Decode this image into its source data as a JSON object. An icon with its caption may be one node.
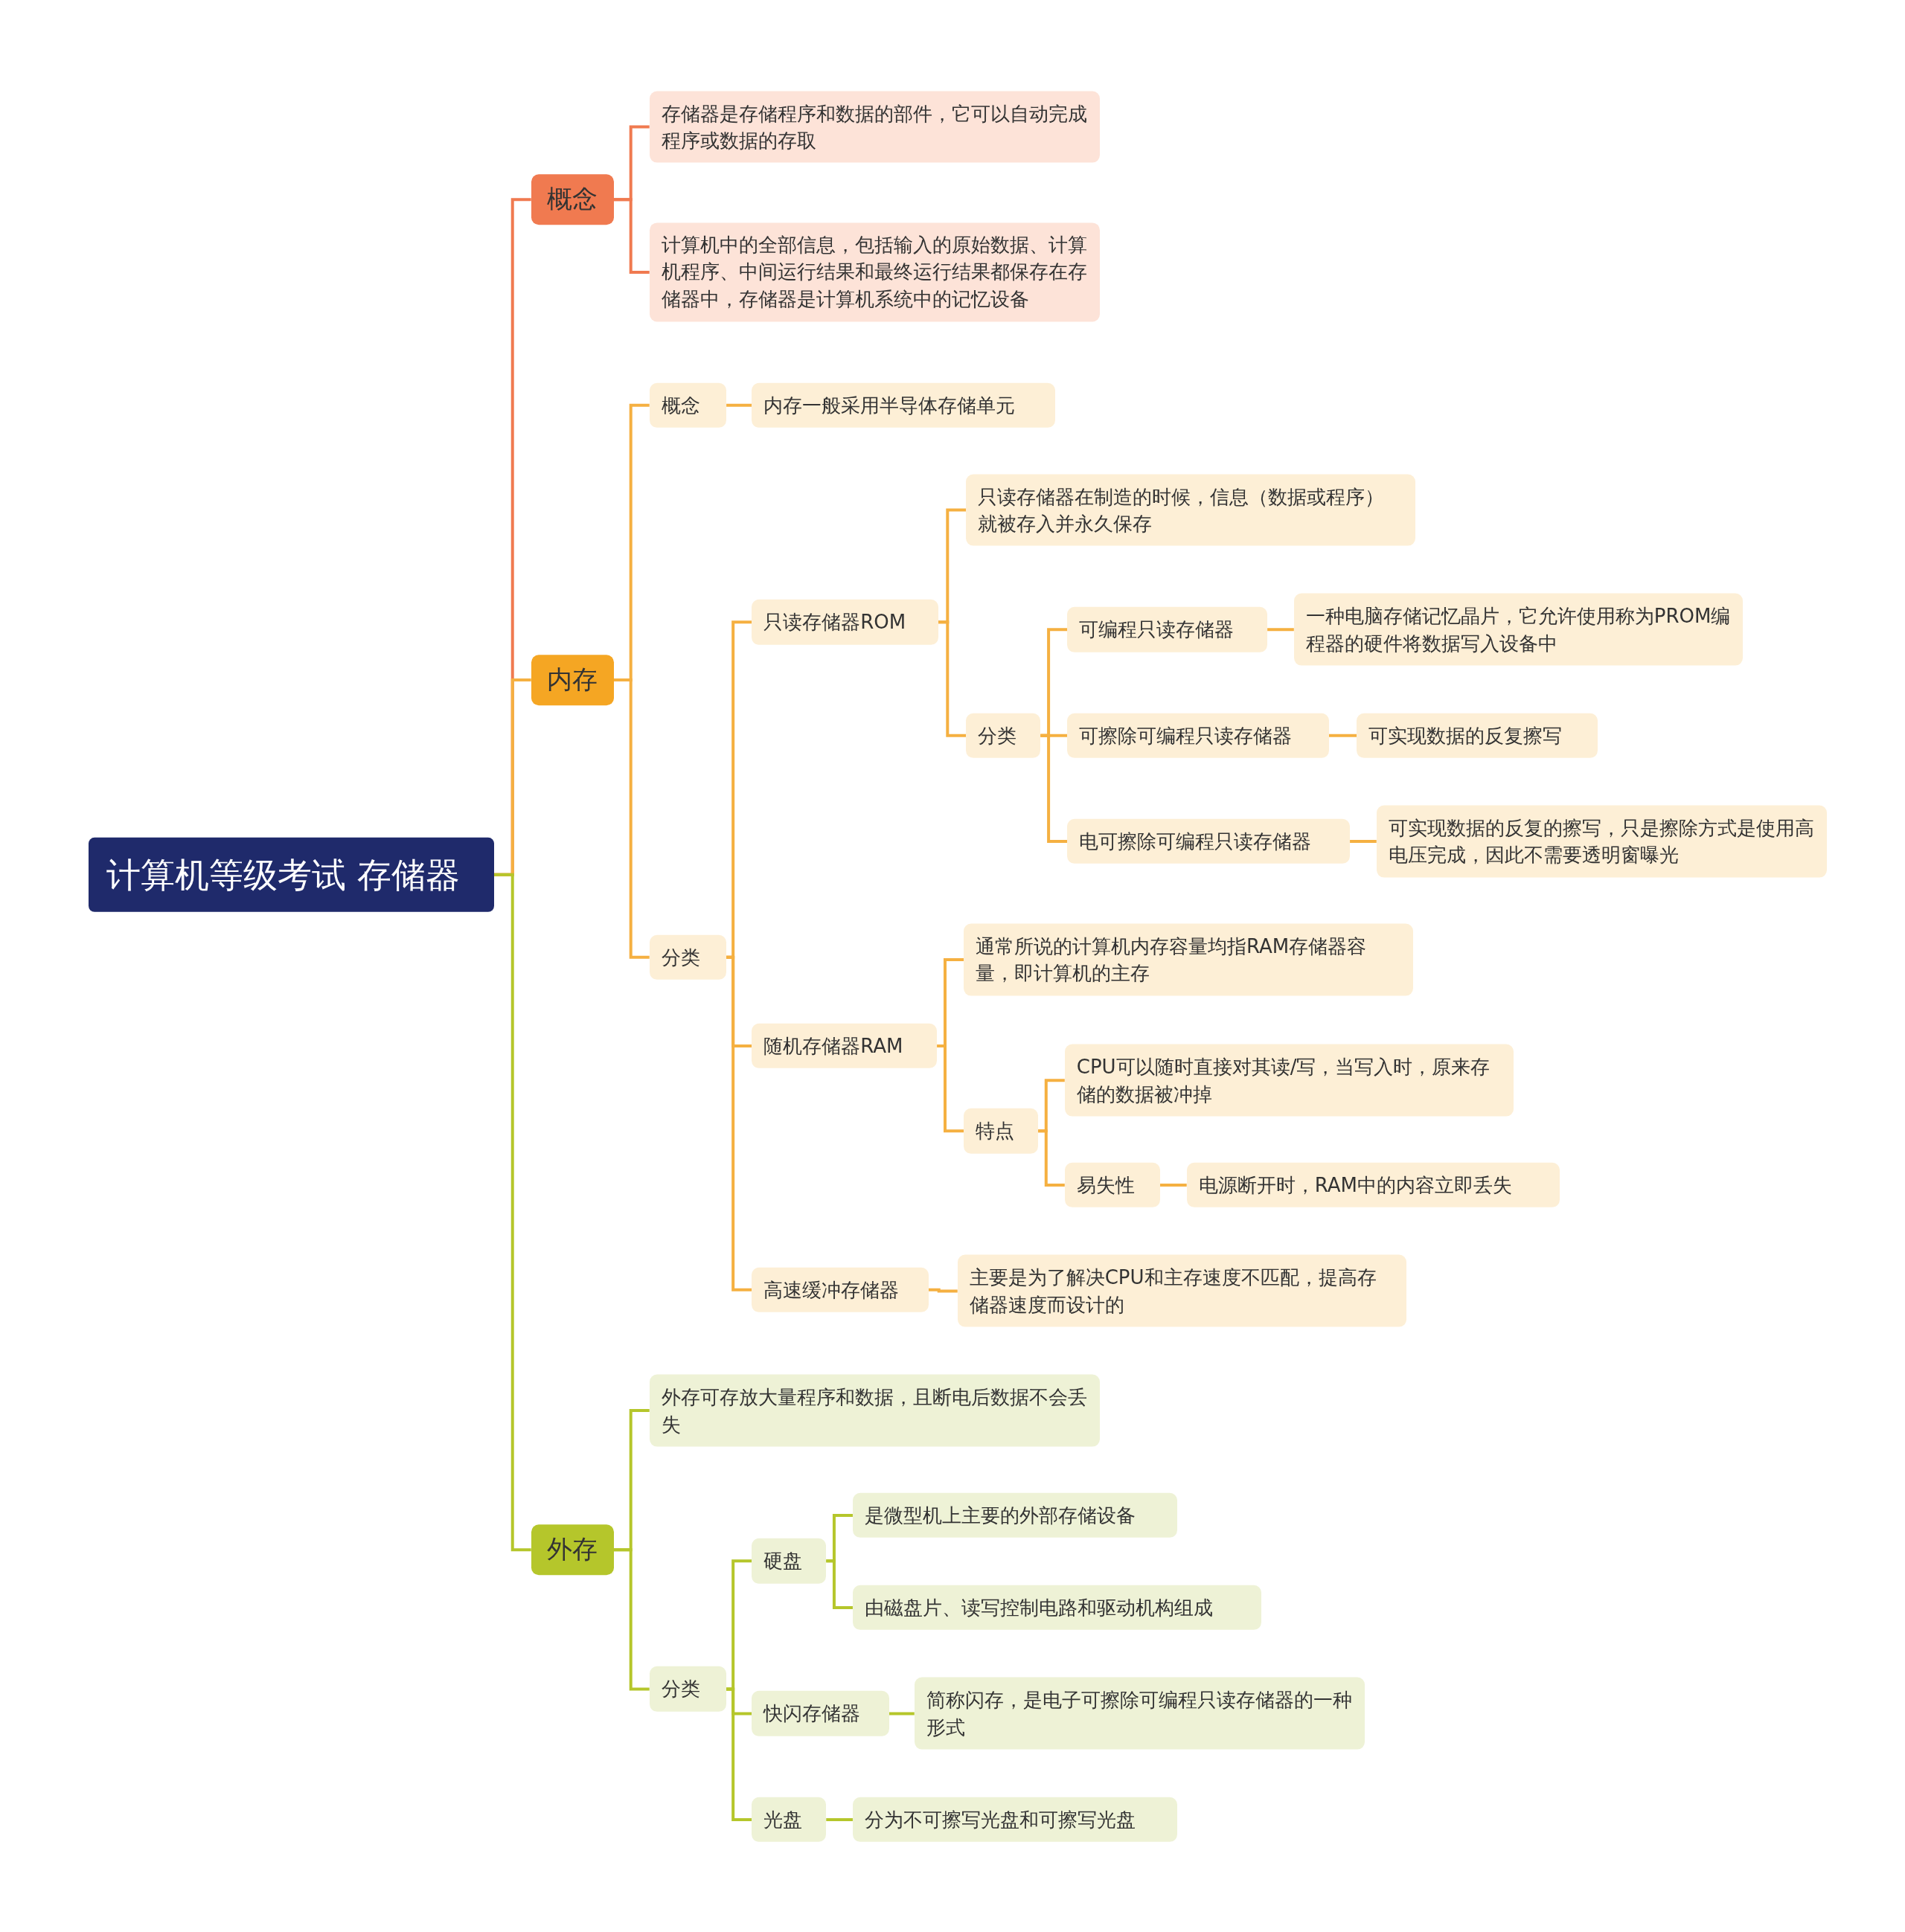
{
  "diagram": {
    "nodes": [
      {
        "text": [
          "计算机等级考试 存储器"
        ]
      },
      {
        "text": [
          "概念"
        ]
      },
      {
        "text": [
          "存储器是存储程序和数据的部件，它可以自动完成程序或数据的存取"
        ]
      },
      {
        "text": [
          "计算机中的全部信息，包括输入的原始数据、计算机程序、中间运行结果和最终运行结果都保存在存储器中，存储器是计算机系统中的记忆设备"
        ]
      },
      {
        "text": [
          "内存"
        ]
      },
      {
        "text": [
          "概念"
        ]
      },
      {
        "text": [
          "内存一般采用半导体存储单元"
        ]
      },
      {
        "text": [
          "分类"
        ]
      },
      {
        "text": [
          "只读存储器ROM"
        ]
      },
      {
        "text": [
          "只读存储器在制造的时候，信息（数据或程序）就被存入并永久保存"
        ]
      },
      {
        "text": [
          "分类"
        ]
      },
      {
        "text": [
          "可编程只读存储器"
        ]
      },
      {
        "text": [
          "一种电脑存储记忆晶片，它允许使用称为PROM编程器的硬件将数据写入设备中"
        ]
      },
      {
        "text": [
          "可擦除可编程只读存储器"
        ]
      },
      {
        "text": [
          "可实现数据的反复擦写"
        ]
      },
      {
        "text": [
          "电可擦除可编程只读存储器"
        ]
      },
      {
        "text": [
          "可实现数据的反复的擦写，只是擦除方式是使用高电压完成，因此不需要透明窗曝光"
        ]
      },
      {
        "text": [
          "随机存储器RAM"
        ]
      },
      {
        "text": [
          "通常所说的计算机内存容量均指RAM存储器容量，即计算机的主存"
        ]
      },
      {
        "text": [
          "特点"
        ]
      },
      {
        "text": [
          "CPU可以随时直接对其读/写，当写入时，原来存储的数据被冲掉"
        ]
      },
      {
        "text": [
          "易失性"
        ]
      },
      {
        "text": [
          "电源断开时，RAM中的内容立即丢失"
        ]
      },
      {
        "text": [
          "高速缓冲存储器"
        ]
      },
      {
        "text": [
          "主要是为了解决CPU和主存速度不匹配，提高存储器速度而设计的"
        ]
      },
      {
        "text": [
          "外存"
        ]
      },
      {
        "text": [
          "外存可存放大量程序和数据，且断电后数据不会丢失"
        ]
      },
      {
        "text": [
          "分类"
        ]
      },
      {
        "text": [
          "硬盘"
        ]
      },
      {
        "text": [
          "是微型机上主要的外部存储设备"
        ]
      },
      {
        "text": [
          "由磁盘片、读写控制电路和驱动机构组成"
        ]
      },
      {
        "text": [
          "快闪存储器"
        ]
      },
      {
        "text": [
          "简称闪存，是电子可擦除可编程只读存储器的一种形式"
        ]
      },
      {
        "text": [
          "光盘"
        ]
      },
      {
        "text": [
          "分为不可擦写光盘和可擦写光盘"
        ]
      }
    ],
    "edges": [
      {
        "from": 0,
        "to": 1,
        "arrow": "none",
        "color": "#f07a50"
      },
      {
        "from": 1,
        "to": 2,
        "arrow": "none",
        "color": "#f07a50"
      },
      {
        "from": 1,
        "to": 3,
        "arrow": "none",
        "color": "#f07a50"
      },
      {
        "from": 0,
        "to": 4,
        "arrow": "none"
      },
      {
        "from": 4,
        "to": 5,
        "arrow": "none"
      },
      {
        "from": 5,
        "to": 6,
        "arrow": "none"
      },
      {
        "from": 4,
        "to": 7,
        "arrow": "none"
      },
      {
        "from": 7,
        "to": 8,
        "arrow": "none"
      },
      {
        "from": 8,
        "to": 9,
        "arrow": "none"
      },
      {
        "from": 8,
        "to": 10,
        "arrow": "none"
      },
      {
        "from": 10,
        "to": 11,
        "arrow": "none"
      },
      {
        "from": 11,
        "to": 12,
        "arrow": "none"
      },
      {
        "from": 10,
        "to": 13,
        "arrow": "none"
      },
      {
        "from": 13,
        "to": 14,
        "arrow": "none"
      },
      {
        "from": 10,
        "to": 15,
        "arrow": "none"
      },
      {
        "from": 15,
        "to": 16,
        "arrow": "none"
      },
      {
        "from": 7,
        "to": 17,
        "arrow": "none"
      },
      {
        "from": 17,
        "to": 18,
        "arrow": "none"
      },
      {
        "from": 17,
        "to": 19,
        "arrow": "none"
      },
      {
        "from": 19,
        "to": 20,
        "arrow": "none"
      },
      {
        "from": 19,
        "to": 21,
        "arrow": "none"
      },
      {
        "from": 21,
        "to": 22,
        "arrow": "none"
      },
      {
        "from": 7,
        "to": 23,
        "arrow": "none"
      },
      {
        "from": 23,
        "to": 24,
        "arrow": "none"
      },
      {
        "from": 0,
        "to": 25,
        "arrow": "none",
        "color": "#b5c62b"
      },
      {
        "from": 25,
        "to": 26,
        "arrow": "none",
        "color": "#b5c62b"
      },
      {
        "from": 25,
        "to": 27,
        "arrow": "none",
        "color": "#b5c62b"
      },
      {
        "from": 27,
        "to": 28,
        "arrow": "none",
        "color": "#b5c62b"
      },
      {
        "from": 28,
        "to": 29,
        "arrow": "none",
        "color": "#b5c62b"
      },
      {
        "from": 28,
        "to": 30,
        "arrow": "none",
        "color": "#b5c62b"
      },
      {
        "from": 27,
        "to": 31,
        "arrow": "none",
        "color": "#b5c62b"
      },
      {
        "from": 31,
        "to": 32,
        "arrow": "none",
        "color": "#b5c62b"
      },
      {
        "from": 27,
        "to": 33,
        "arrow": "none",
        "color": "#b5c62b"
      },
      {
        "from": 33,
        "to": 34,
        "arrow": "none",
        "color": "#b5c62b"
      }
    ]
  }
}
